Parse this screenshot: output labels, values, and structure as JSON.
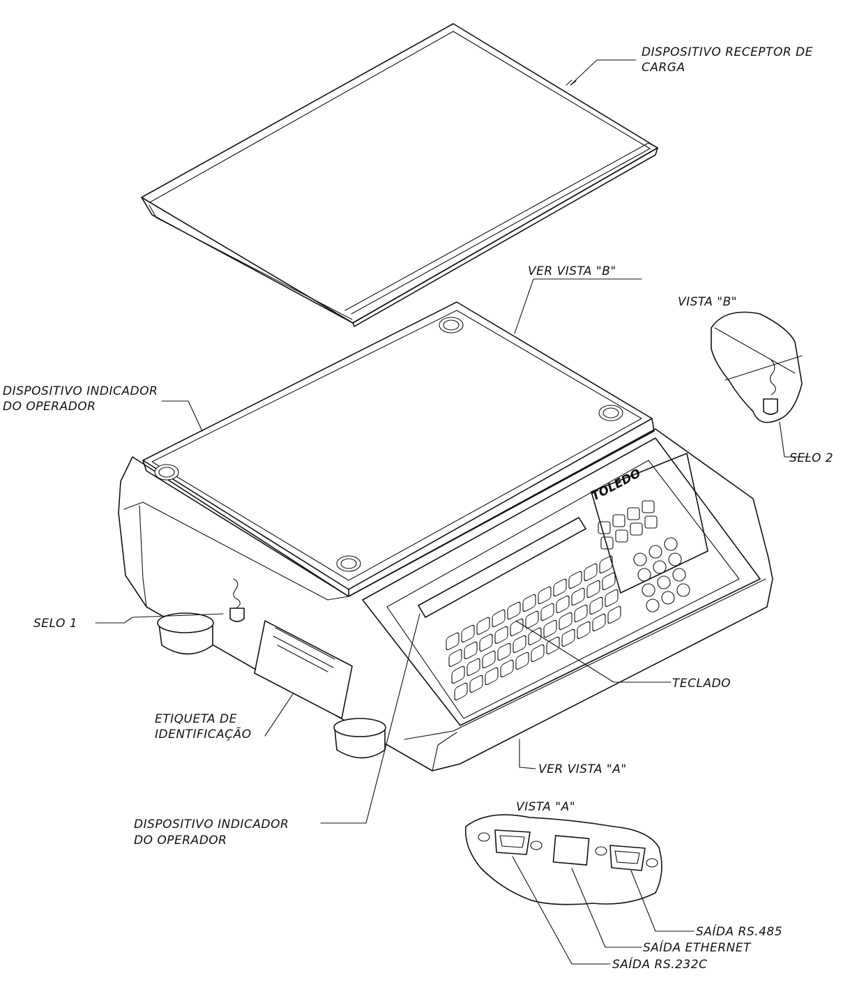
{
  "labels": {
    "receptor_line1": "DISPOSITIVO  RECEPTOR  DE",
    "receptor_line2": "CARGA",
    "ver_vista_b": "VER  VISTA  \"B\"",
    "vista_b": "VISTA  \"B\"",
    "indicador_top_line1": "DISPOSITIVO  INDICADOR",
    "indicador_top_line2": "DO  OPERADOR",
    "selo_2": "SELO  2",
    "selo_1": "SELO  1",
    "teclado": "TECLADO",
    "etiqueta_line1": "ETIQUETA  DE",
    "etiqueta_line2": "IDENTIFICAÇÃO",
    "ver_vista_a": "VER  VISTA  \"A\"",
    "indicador_bottom_line1": "DISPOSITIVO  INDICADOR",
    "indicador_bottom_line2": "DO  OPERADOR",
    "vista_a": "VISTA  \"A\"",
    "saida_rs485": "SAÍDA  RS.485",
    "saida_ethernet": "SAÍDA  ETHERNET",
    "saida_rs232c": "SAÍDA  RS.232C"
  },
  "brand": "TOLEDO"
}
